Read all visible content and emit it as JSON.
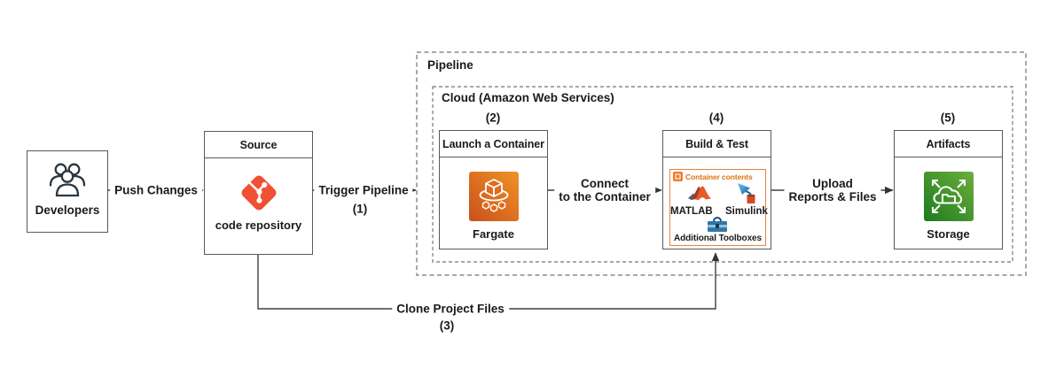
{
  "diagram": {
    "groups": {
      "pipeline": {
        "label": "Pipeline"
      },
      "cloud": {
        "label": "Cloud (Amazon Web Services)"
      }
    },
    "nodes": {
      "developers": {
        "label": "Developers"
      },
      "source": {
        "title": "Source",
        "caption": "code repository"
      },
      "launch_container": {
        "step": "(2)",
        "title": "Launch a Container",
        "caption": "Fargate"
      },
      "build_test": {
        "step": "(4)",
        "title": "Build & Test",
        "container": {
          "title": "Container contents",
          "item1": "MATLAB",
          "item2": "Simulink",
          "item3": "Additional Toolboxes"
        }
      },
      "artifacts": {
        "step": "(5)",
        "title": "Artifacts",
        "caption": "Storage"
      }
    },
    "edges": {
      "push_changes": {
        "label": "Push Changes"
      },
      "trigger_pipeline": {
        "label": "Trigger Pipeline",
        "step": "(1)"
      },
      "connect_container": {
        "line1": "Connect",
        "line2": "to the Container"
      },
      "upload_reports": {
        "line1": "Upload",
        "line2": "Reports & Files"
      },
      "clone_project": {
        "label": "Clone Project Files",
        "step": "(3)"
      }
    },
    "colors": {
      "git_orange": "#F05133",
      "aws_orange_dark": "#C8511B",
      "aws_orange_light": "#F19226",
      "aws_green_dark": "#1E7B1E",
      "aws_green_light": "#6CAE3E",
      "container_border_orange": "#E8833A",
      "container_text_orange": "#D9730D",
      "line_gray": "#3F3F3F",
      "border_gray": "#58595B",
      "dash_gray": "#8C8C8C"
    }
  }
}
